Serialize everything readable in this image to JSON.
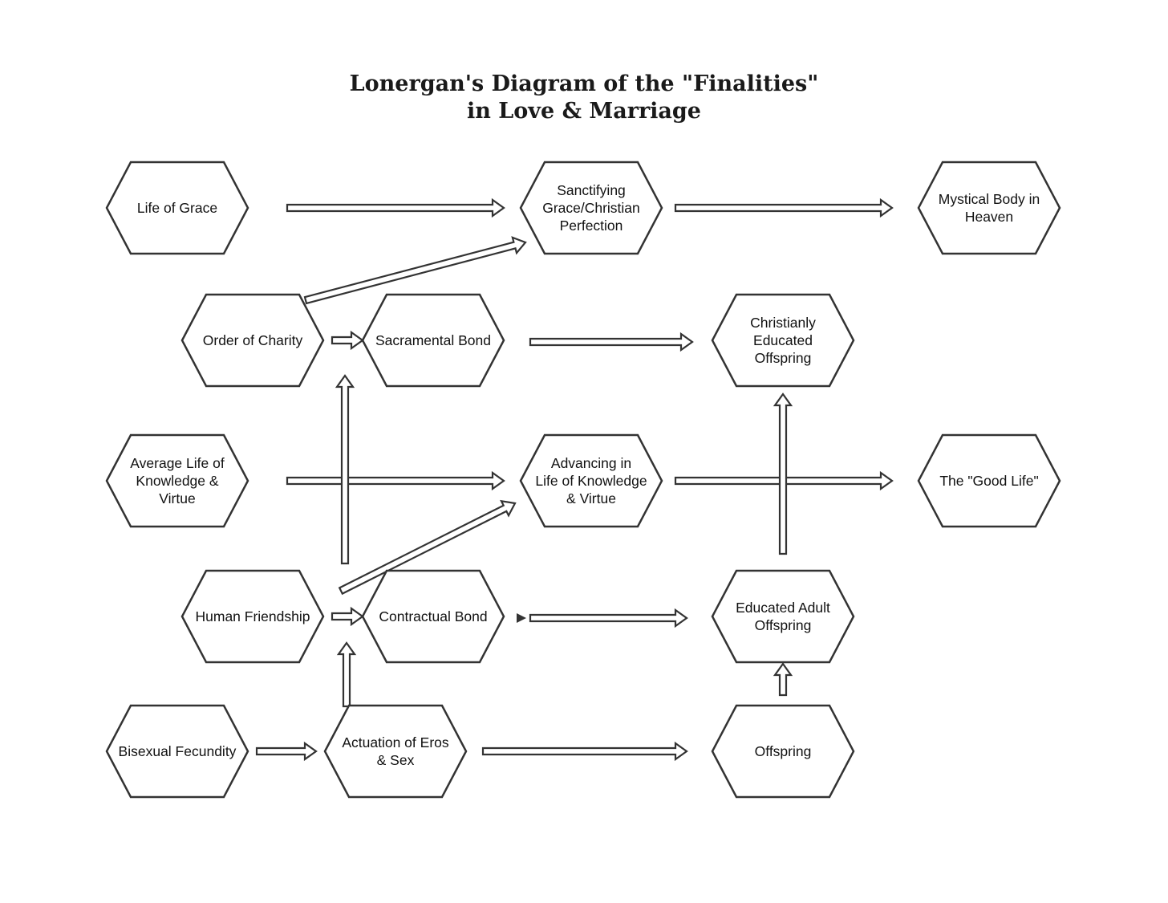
{
  "title": {
    "line1": "Lonergan's Diagram of the \"Finalities\"",
    "line2": "in Love & Marriage"
  },
  "nodes": {
    "life_of_grace": [
      "Life of Grace"
    ],
    "sanctifying": [
      "Sanctifying",
      "Grace/Christian",
      "Perfection"
    ],
    "mystical_body": [
      "Mystical Body in",
      "Heaven"
    ],
    "order_of_charity": [
      "Order of Charity"
    ],
    "sacramental_bond": [
      "Sacramental Bond"
    ],
    "christianly_educated": [
      "Christianly",
      "Educated",
      "Offspring"
    ],
    "average_life": [
      "Average Life of",
      "Knowledge &",
      "Virtue"
    ],
    "advancing": [
      "Advancing in",
      "Life of Knowledge",
      "& Virtue"
    ],
    "good_life": [
      "The \"Good Life\""
    ],
    "human_friendship": [
      "Human Friendship"
    ],
    "contractual_bond": [
      "Contractual Bond"
    ],
    "educated_adult": [
      "Educated Adult",
      "Offspring"
    ],
    "bisexual_fecundity": [
      "Bisexual Fecundity"
    ],
    "actuation": [
      "Actuation of Eros",
      "& Sex"
    ],
    "offspring": [
      "Offspring"
    ]
  },
  "edges": [
    {
      "from": "life_of_grace",
      "to": "sanctifying"
    },
    {
      "from": "sanctifying",
      "to": "mystical_body"
    },
    {
      "from": "order_of_charity",
      "to": "sanctifying"
    },
    {
      "from": "order_of_charity",
      "to": "sacramental_bond"
    },
    {
      "from": "sacramental_bond",
      "to": "christianly_educated"
    },
    {
      "from": "average_life",
      "to": "advancing"
    },
    {
      "from": "advancing",
      "to": "good_life"
    },
    {
      "from": "human_friendship",
      "to": "order_of_charity"
    },
    {
      "from": "human_friendship",
      "to": "advancing"
    },
    {
      "from": "human_friendship",
      "to": "contractual_bond"
    },
    {
      "from": "contractual_bond",
      "to": "educated_adult"
    },
    {
      "from": "educated_adult",
      "to": "christianly_educated"
    },
    {
      "from": "bisexual_fecundity",
      "to": "actuation"
    },
    {
      "from": "actuation",
      "to": "contractual_bond"
    },
    {
      "from": "actuation",
      "to": "offspring"
    },
    {
      "from": "offspring",
      "to": "educated_adult"
    }
  ]
}
